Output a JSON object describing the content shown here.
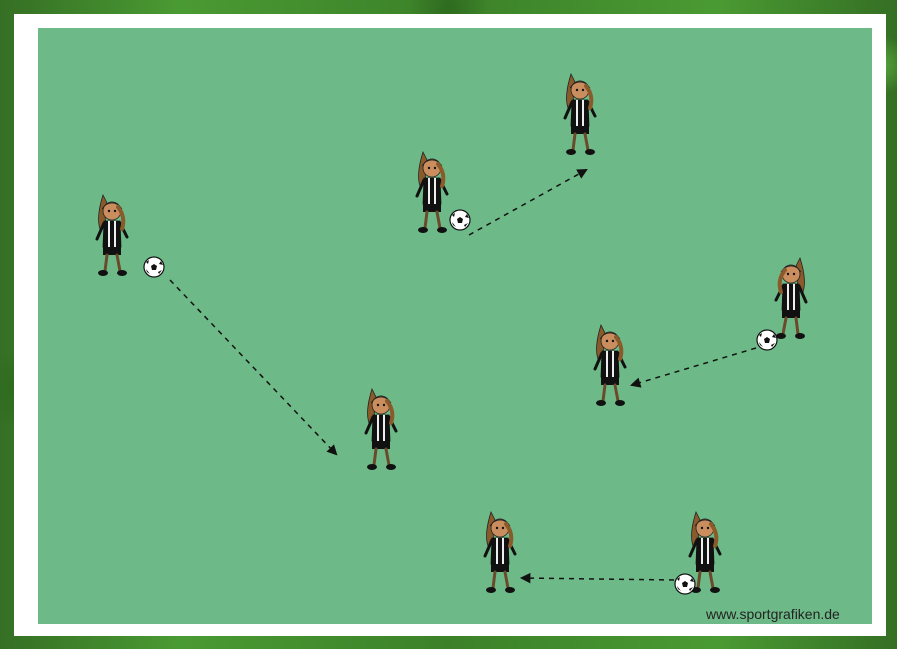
{
  "diagram": {
    "field_color": "#6dba88",
    "credit": "www.sportgrafiken.de",
    "players": [
      {
        "id": "p1",
        "has_ball": true
      },
      {
        "id": "p2",
        "has_ball": false
      },
      {
        "id": "p3",
        "has_ball": true
      },
      {
        "id": "p4",
        "has_ball": false
      },
      {
        "id": "p5",
        "has_ball": true
      },
      {
        "id": "p6",
        "has_ball": false
      },
      {
        "id": "p7",
        "has_ball": true
      },
      {
        "id": "p8",
        "has_ball": false
      }
    ],
    "passes": [
      {
        "from": "p1",
        "to": "p2"
      },
      {
        "from": "p3",
        "to": "p4"
      },
      {
        "from": "p5",
        "to": "p6"
      },
      {
        "from": "p7",
        "to": "p8"
      }
    ]
  }
}
